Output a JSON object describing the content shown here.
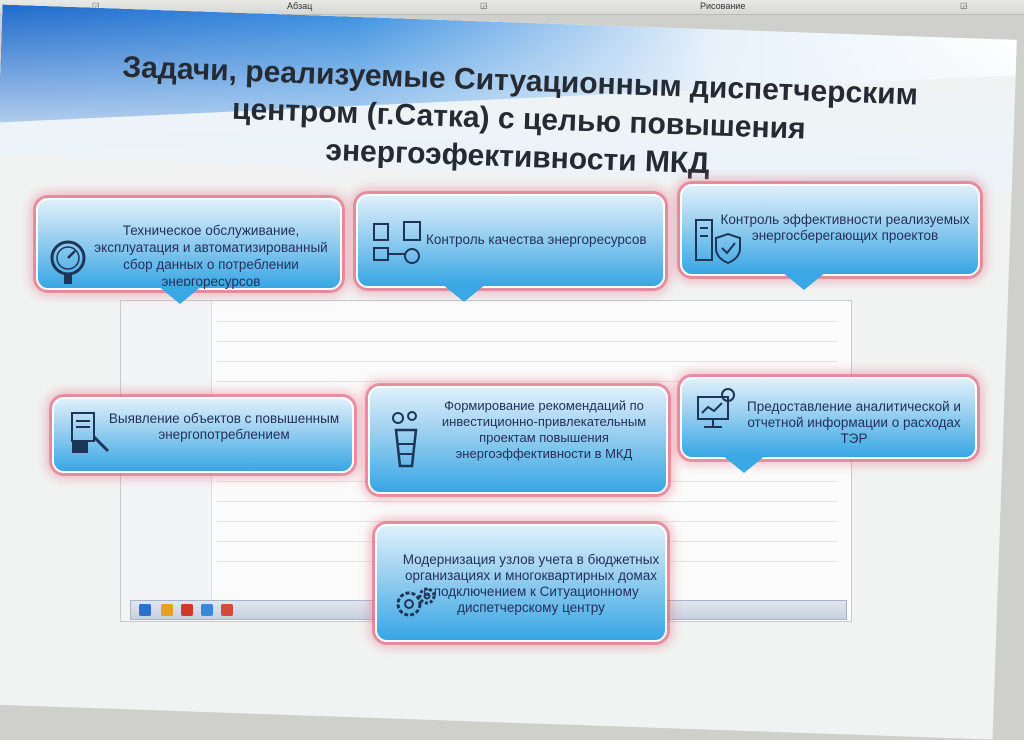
{
  "ribbon": {
    "paragraph_label": "Абзац",
    "drawing_label": "Рисование"
  },
  "slide": {
    "title": "Задачи, реализуемые Ситуационным диспетчерским центром  (г.Сатка) с целью повышения энергоэфективности МКД"
  },
  "cards": [
    {
      "text": "Техническое обслуживание, эксплуатация и автоматизированный сбор данных о потреблении энергоресурсов",
      "icon": "pressure-gauge-icon"
    },
    {
      "text": "Контроль качества энергоресурсов",
      "icon": "buildings-network-icon"
    },
    {
      "text": "Контроль эффективности реализуемых энергосберегающих проектов",
      "icon": "building-shield-icon"
    },
    {
      "text": "Выявление объектов с повышенным энергопотреблением",
      "icon": "document-box-icon"
    },
    {
      "text": "Формирование рекомендаций по инвестиционно-привлекательным проектам повышения энергоэффективности в МКД",
      "icon": "chimney-icon"
    },
    {
      "text": "Предоставление аналитической и отчетной информации о расходах ТЭР",
      "icon": "monitor-gear-icon"
    },
    {
      "text": "Модернизация узлов учета в бюджетных организациях и многоквартирных домах с подключением к Ситуационному диспетчерскому центру",
      "icon": "gears-icon"
    }
  ],
  "colors": {
    "card_top": "#dff0fb",
    "card_bottom": "#37a6e4",
    "glow": "#de5c78",
    "title_text": "#252a33",
    "band_blue": "#1563c9"
  }
}
